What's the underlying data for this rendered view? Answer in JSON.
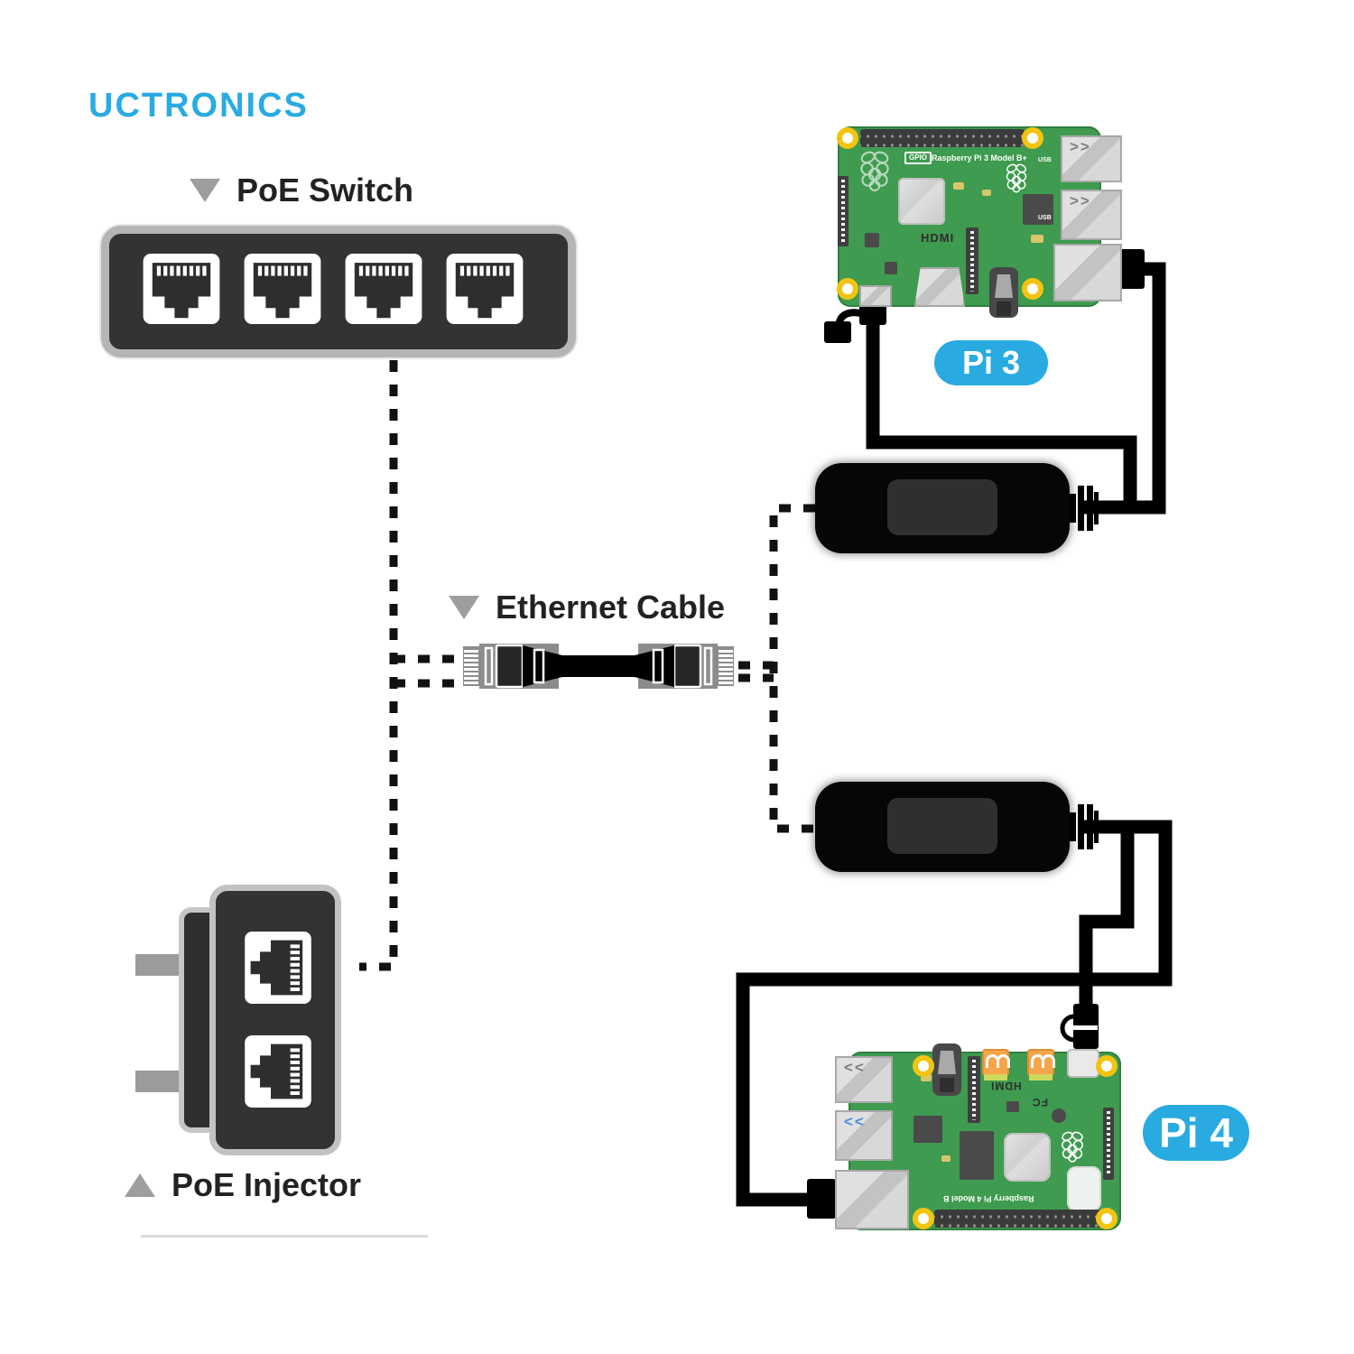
{
  "brand": {
    "name": "UCTRONICS"
  },
  "labels": {
    "switch": "PoE Switch",
    "cable": "Ethernet Cable",
    "injector": "PoE Injector"
  },
  "badges": {
    "pi3": "Pi 3",
    "pi4": "Pi 4"
  },
  "pi3": {
    "model": "Raspberry Pi 3 Model B+",
    "gpio": "GPIO",
    "hdmi": "HDMI",
    "usb1": "USB",
    "usb2": "USB"
  },
  "pi4": {
    "model": "Raspberry Pi 4 Model B",
    "hdmi": "HDMI",
    "fcc": "FC"
  },
  "devices": {
    "switch_port_count": 4,
    "injector_port_count": 2,
    "splitter_count": 2
  },
  "colors": {
    "accent_blue": "#29ABE2",
    "board_green": "#3E9B4F",
    "device_dark": "#2E2E2E",
    "frame_gray": "#B5B5B5",
    "connector_gray": "#8C8C8C",
    "hole_yellow": "#F2C411",
    "cable_black": "#000000",
    "label_text": "#222222",
    "marker_gray": "#9E9EA0"
  }
}
